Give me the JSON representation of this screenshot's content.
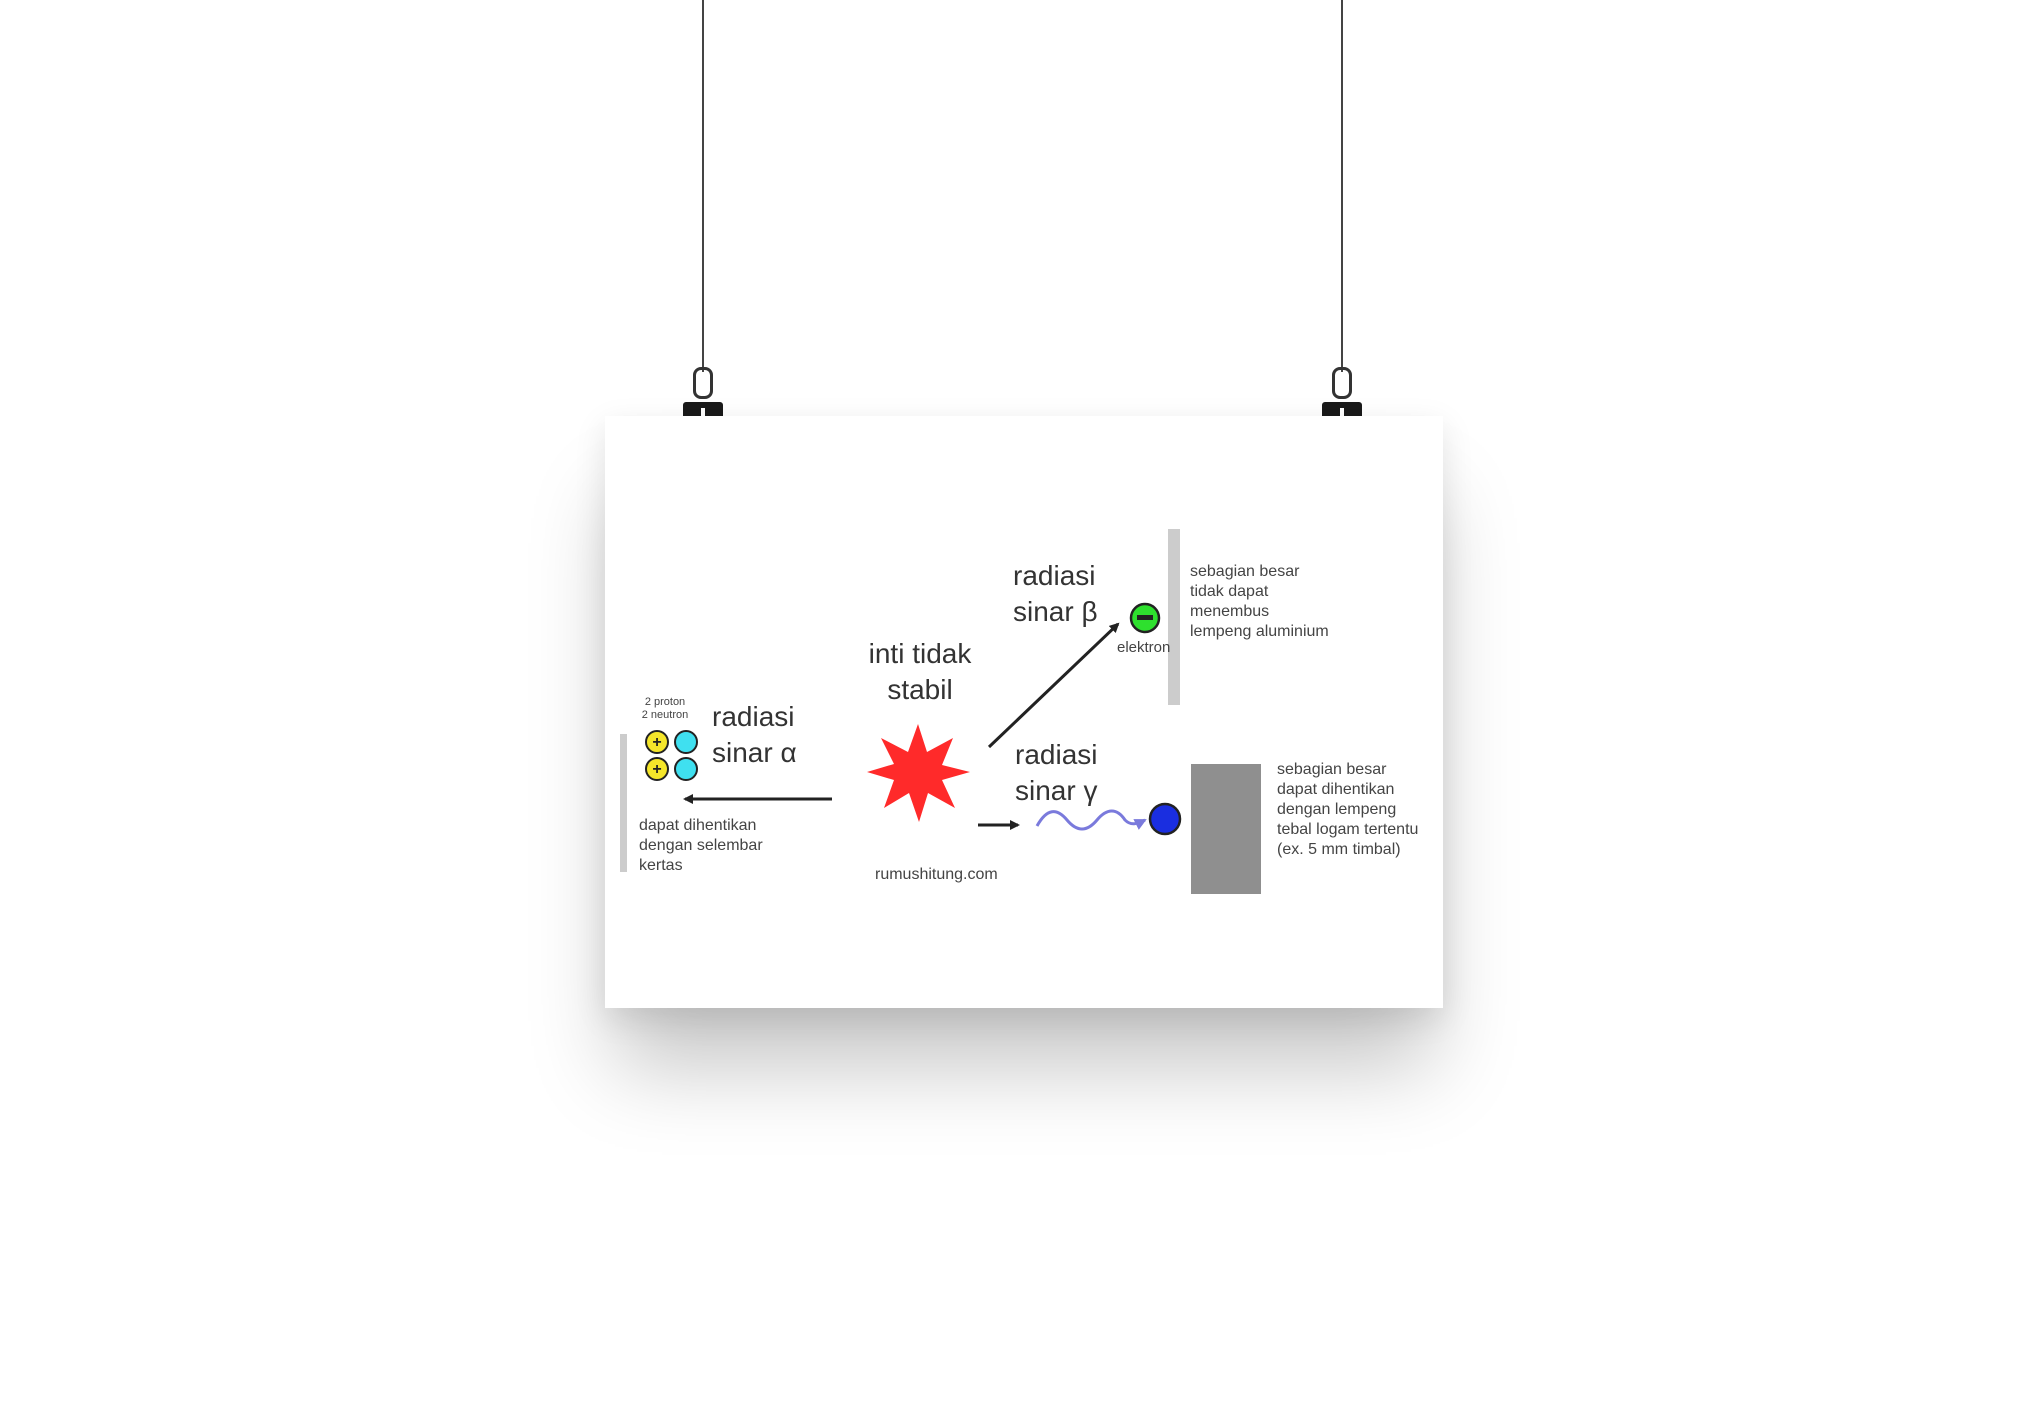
{
  "diagram": {
    "center_label_line1": "inti tidak",
    "center_label_line2": "stabil",
    "watermark": "rumushitung.com",
    "alpha": {
      "label_line1": "radiasi",
      "label_line2": "sinar α",
      "particle_line1": "2 proton",
      "particle_line2": "2 neutron",
      "note_line1": "dapat dihentikan",
      "note_line2": "dengan selembar",
      "note_line3": "kertas"
    },
    "beta": {
      "label_line1": "radiasi",
      "label_line2": "sinar β",
      "particle_label": "elektron",
      "note_line1": "sebagian besar",
      "note_line2": "tidak dapat",
      "note_line3": "menembus",
      "note_line4": "lempeng aluminium"
    },
    "gamma": {
      "label_line1": "radiasi",
      "label_line2": "sinar γ",
      "note_line1": "sebagian besar",
      "note_line2": "dapat dihentikan",
      "note_line3": "dengan lempeng",
      "note_line4": "tebal logam tertentu",
      "note_line5": "(ex. 5 mm timbal)"
    },
    "colors": {
      "nucleus": "#ff2a2a",
      "proton": "#f5e62a",
      "neutron": "#3fe0f0",
      "electron": "#2ee02e",
      "gamma_photon": "#1a2ee0",
      "gamma_wave": "#7a7adc",
      "barrier_light": "#cccccc",
      "barrier_dark": "#8f8f8f"
    }
  }
}
